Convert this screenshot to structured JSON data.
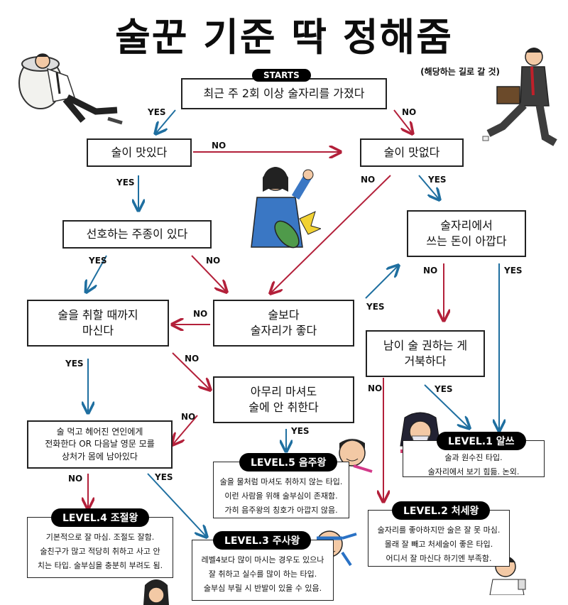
{
  "header": {
    "title": "술꾼 기준 딱 정해줌",
    "subtitle": "(해당하는 길로 갈 것)"
  },
  "start_badge": "STARTS",
  "nodes": {
    "q1": "최근 주 2회 이상 술자리를 가졌다",
    "q_tasty": "술이 맛있다",
    "q_nottasty": "술이 맛없다",
    "q_prefer": "선호하는 주종이 있다",
    "q_money": "술자리에서\n쓰는 돈이 아깝다",
    "q_drunk": "술을 취할 때까지\n마신다",
    "q_party": "술보다\n술자리가 좋다",
    "q_refuse": "남이 술 권하는 게\n거북하다",
    "q_nodrunk": "아무리 마셔도\n술에 안 취한다",
    "q_ex": "술 먹고 헤어진 연인에게\n전화한다 OR 다음날 영문 모를\n상처가 몸에 남아있다"
  },
  "levels": {
    "l1": {
      "title": "LEVEL.1 알쓰",
      "desc": "술과 원수진 타입.\n술자리에서 보기 힘듦. 논외."
    },
    "l2": {
      "title": "LEVEL.2 처세왕",
      "desc": "술자리를 좋아하지만 술은 잘 못 마심.\n몰래 잘 빼고 처세술이 좋은 타입.\n어디서 잘 마신다 하기엔 부족함."
    },
    "l3": {
      "title": "LEVEL.3 주사왕",
      "desc": "레벨4보다 많이 마시는 경우도 있으나\n잘 취하고 실수를 많이 하는 타입.\n술부심 부릴 시 반발이 있을 수 있음."
    },
    "l4": {
      "title": "LEVEL.4 조절왕",
      "desc": "기본적으로 잘 마심. 조절도 잘함.\n술친구가 많고 적당히 취하고 사고 안\n치는 타입. 술부심을 충분히 부려도 됨."
    },
    "l5": {
      "title": "LEVEL.5 음주왕",
      "desc": "술을 물처럼 마셔도 취하지 않는 타입.\n이런 사람을 위해 술부심이 존재함.\n가히 음주왕의 칭호가 아깝지 않음."
    }
  },
  "labels": {
    "yes": "YES",
    "no": "NO"
  },
  "colors": {
    "yes_arrow": "#1f6fa0",
    "no_arrow": "#b3203a"
  }
}
